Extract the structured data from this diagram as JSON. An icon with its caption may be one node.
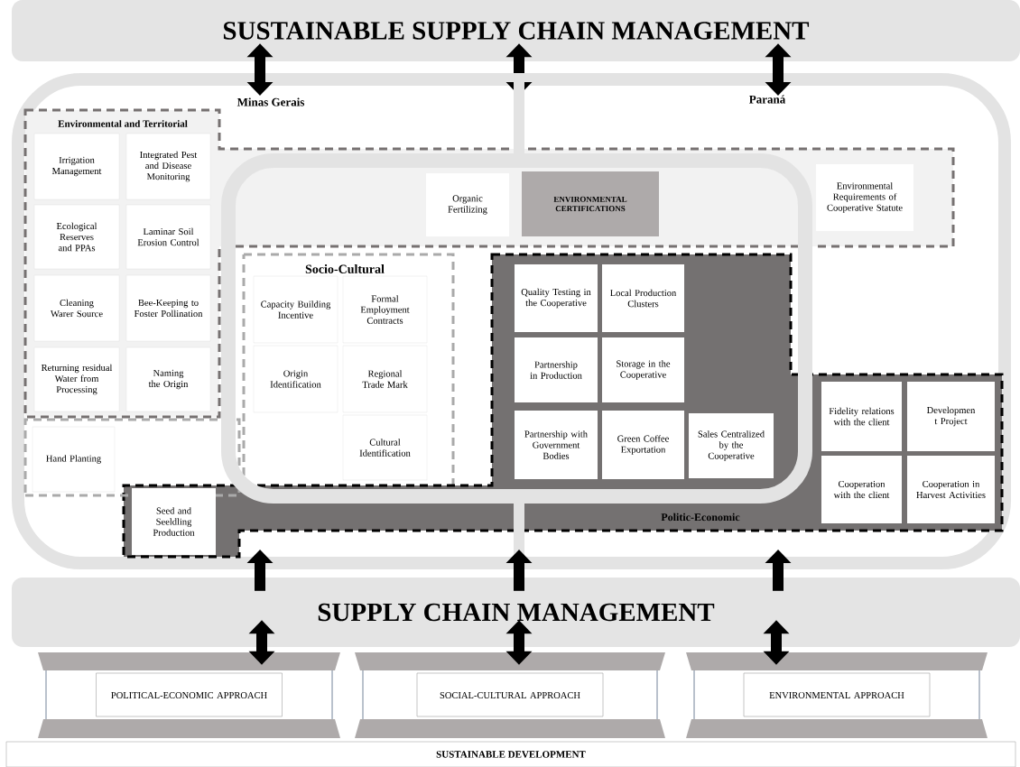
{
  "diagram": {
    "nodes": [
      {
        "text": [
          "SUSTAINABLE SUPPLY CHAIN MANAGEMENT"
        ]
      },
      {
        "text": [],
        "shape": "box"
      },
      {
        "text": [],
        "shape": "box",
        "in": 1
      },
      {
        "text": [
          "Environmental and Territorial"
        ],
        "in": 1
      },
      {
        "text": [
          "Irrigation Management"
        ],
        "in": 3
      },
      {
        "text": [
          "Integrated Pest and Disease Monitoring"
        ],
        "in": 3
      },
      {
        "text": [
          "Ecological Reserves and PPAs"
        ],
        "in": 3
      },
      {
        "text": [
          "Laminar Soil Erosion Control"
        ],
        "in": 3
      },
      {
        "text": [
          "Cleaning Warer Source"
        ],
        "in": 3
      },
      {
        "text": [
          "Bee-Keeping to Foster Pollination"
        ],
        "in": 3
      },
      {
        "text": [
          "Returning residual Water from Processing"
        ],
        "in": 3
      },
      {
        "text": [
          "Naming the Origin"
        ],
        "in": 3
      },
      {
        "text": [
          "Organic Fertilizing"
        ]
      },
      {
        "text": [
          "ENVIRONMENTAL CERTIFICATIONS"
        ]
      },
      {
        "text": [
          "Environmental Requirements of Cooperative Statute"
        ],
        "in": 3
      },
      {
        "text": [
          "Socio-Cultural"
        ],
        "in": 2
      },
      {
        "text": [
          "Capacity Building Incentive"
        ],
        "in": 15
      },
      {
        "text": [
          "Formal Employment Contracts"
        ],
        "in": 15
      },
      {
        "text": [
          "Origin Identification"
        ],
        "in": 15
      },
      {
        "text": [
          "Regional Trade Mark"
        ],
        "in": 15
      },
      {
        "text": [
          "Cultural Identification"
        ],
        "in": 15
      },
      {
        "text": [
          "Politic-Economic"
        ],
        "in": 1
      },
      {
        "text": [
          "Quality Testing in the Cooperative"
        ]
      },
      {
        "text": [
          "Local Production Clusters"
        ]
      },
      {
        "text": [
          "Partnership in Production"
        ]
      },
      {
        "text": [
          "Storage in the Cooperative"
        ]
      },
      {
        "text": [
          "Partnership with Government Bodies"
        ]
      },
      {
        "text": [
          "Green Coffee Exportation"
        ]
      },
      {
        "text": [
          "Sales Centralized by the Cooperative"
        ]
      },
      {
        "text": [
          "Fidelity relations with the client"
        ],
        "in": 21
      },
      {
        "text": [
          "Developmen t Project"
        ],
        "in": 21
      },
      {
        "text": [
          "Cooperation with the client"
        ],
        "in": 21
      },
      {
        "text": [
          "Cooperation in Harvest Activities"
        ],
        "in": 21
      },
      {
        "text": [],
        "shape": "box",
        "in": 1
      },
      {
        "text": [
          "Hand Planting"
        ],
        "in": 33
      },
      {
        "text": [
          "Seed and Seeldling Production"
        ],
        "in": 21
      },
      {
        "text": [
          "SUPPLY CHAIN MANAGEMENT"
        ]
      },
      {
        "text": [
          "POLITICAL-ECONOMIC APPROACH"
        ]
      },
      {
        "text": [
          "SOCIAL-CULTURAL APPROACH"
        ]
      },
      {
        "text": [
          "ENVIRONMENTAL APPROACH"
        ]
      },
      {
        "text": [
          "SUSTAINABLE DEVELOPMENT"
        ]
      }
    ],
    "edges": [
      {
        "from": 0,
        "to": 1,
        "arrow": "both"
      },
      {
        "from": 0,
        "to": 1,
        "arrow": "both"
      },
      {
        "from": 0,
        "to": 1,
        "arrow": "both"
      },
      {
        "from": 1,
        "to": 2,
        "arrow": "none",
        "color": "#e3e3e3"
      },
      {
        "from": 2,
        "to": 1,
        "arrow": "none",
        "color": "#e3e3e3"
      },
      {
        "from": 36,
        "to": 1,
        "arrow": "to"
      },
      {
        "from": 36,
        "to": 1,
        "arrow": "to"
      },
      {
        "from": 36,
        "to": 1,
        "arrow": "to"
      },
      {
        "from": 36,
        "to": 37,
        "arrow": "both"
      },
      {
        "from": 36,
        "to": 38,
        "arrow": "both"
      },
      {
        "from": 36,
        "to": 39,
        "arrow": "both"
      }
    ],
    "labels": [
      "Minas Gerais",
      "Paraná"
    ]
  }
}
